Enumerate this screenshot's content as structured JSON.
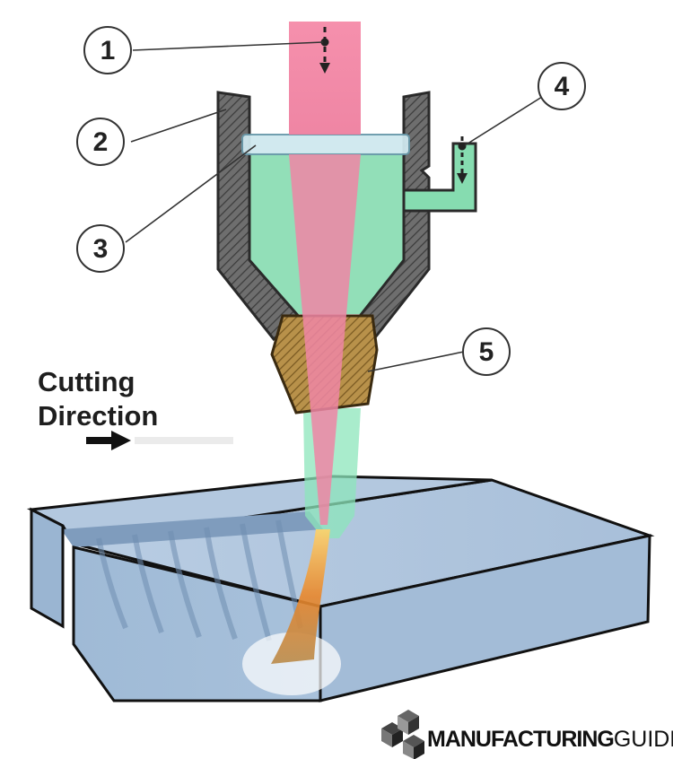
{
  "callouts": [
    {
      "number": "1"
    },
    {
      "number": "2"
    },
    {
      "number": "3"
    },
    {
      "number": "4"
    },
    {
      "number": "5"
    }
  ],
  "direction": {
    "line1": "Cutting",
    "line2": "Direction"
  },
  "logo": {
    "bold": "MANUFACTURING",
    "light": "GUIDE"
  },
  "colors": {
    "laser_beam": "#f28cab",
    "assist_gas": "#7fe0b0",
    "housing": "#555555",
    "nozzle": "#b38a3e",
    "workpiece": "#a9c3dd",
    "melt": "#e89a2e"
  }
}
